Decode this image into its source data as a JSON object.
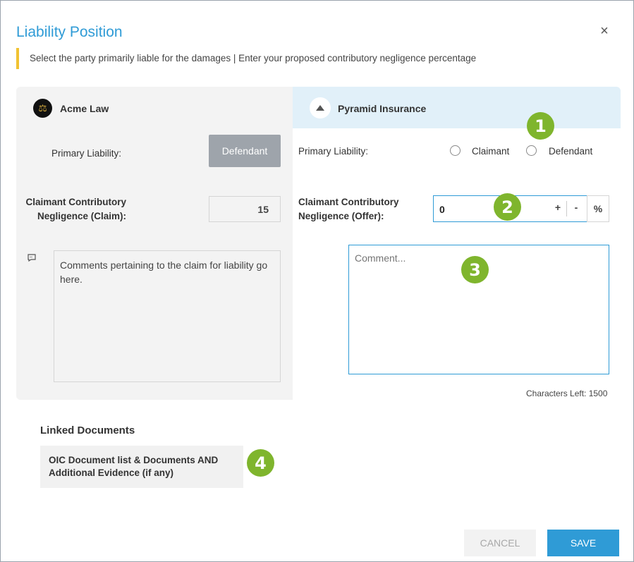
{
  "dialog": {
    "title": "Liability Position",
    "subtitle": "Select the party primarily liable for the damages | Enter your proposed contributory negligence percentage",
    "close_icon": "close-icon"
  },
  "left_party": {
    "name": "Acme Law",
    "logo_icon": "scales-of-justice-icon",
    "primary_liability_label": "Primary Liability:",
    "primary_liability_value": "Defendant",
    "negligence_label_line1": "Claimant Contributory",
    "negligence_label_line2": "Negligence (Claim):",
    "negligence_value": "15",
    "comment_icon": "comment-icon",
    "comment": "Comments pertaining to the claim for liability go here."
  },
  "right_party": {
    "name": "Pyramid Insurance",
    "logo_icon": "pyramid-logo-icon",
    "primary_liability_label": "Primary Liability:",
    "options": [
      "Claimant",
      "Defendant"
    ],
    "negligence_label_line1": "Claimant Contributory",
    "negligence_label_line2": "Negligence (Offer):",
    "negligence_value": "0",
    "plus_label": "+",
    "minus_label": "-",
    "percent_label": "%",
    "comment_placeholder": "Comment...",
    "chars_left": "Characters Left: 1500"
  },
  "linked_documents": {
    "title": "Linked Documents",
    "item_line1": "OIC Document list & Documents AND",
    "item_line2": "Additional Evidence (if any)"
  },
  "badges": [
    "1",
    "2",
    "3",
    "4"
  ],
  "footer": {
    "cancel_label": "CANCEL",
    "save_label": "SAVE"
  },
  "colors": {
    "accent": "#2f9bd6",
    "badge": "#7fb52d",
    "subtitle_bar": "#f1c232"
  }
}
